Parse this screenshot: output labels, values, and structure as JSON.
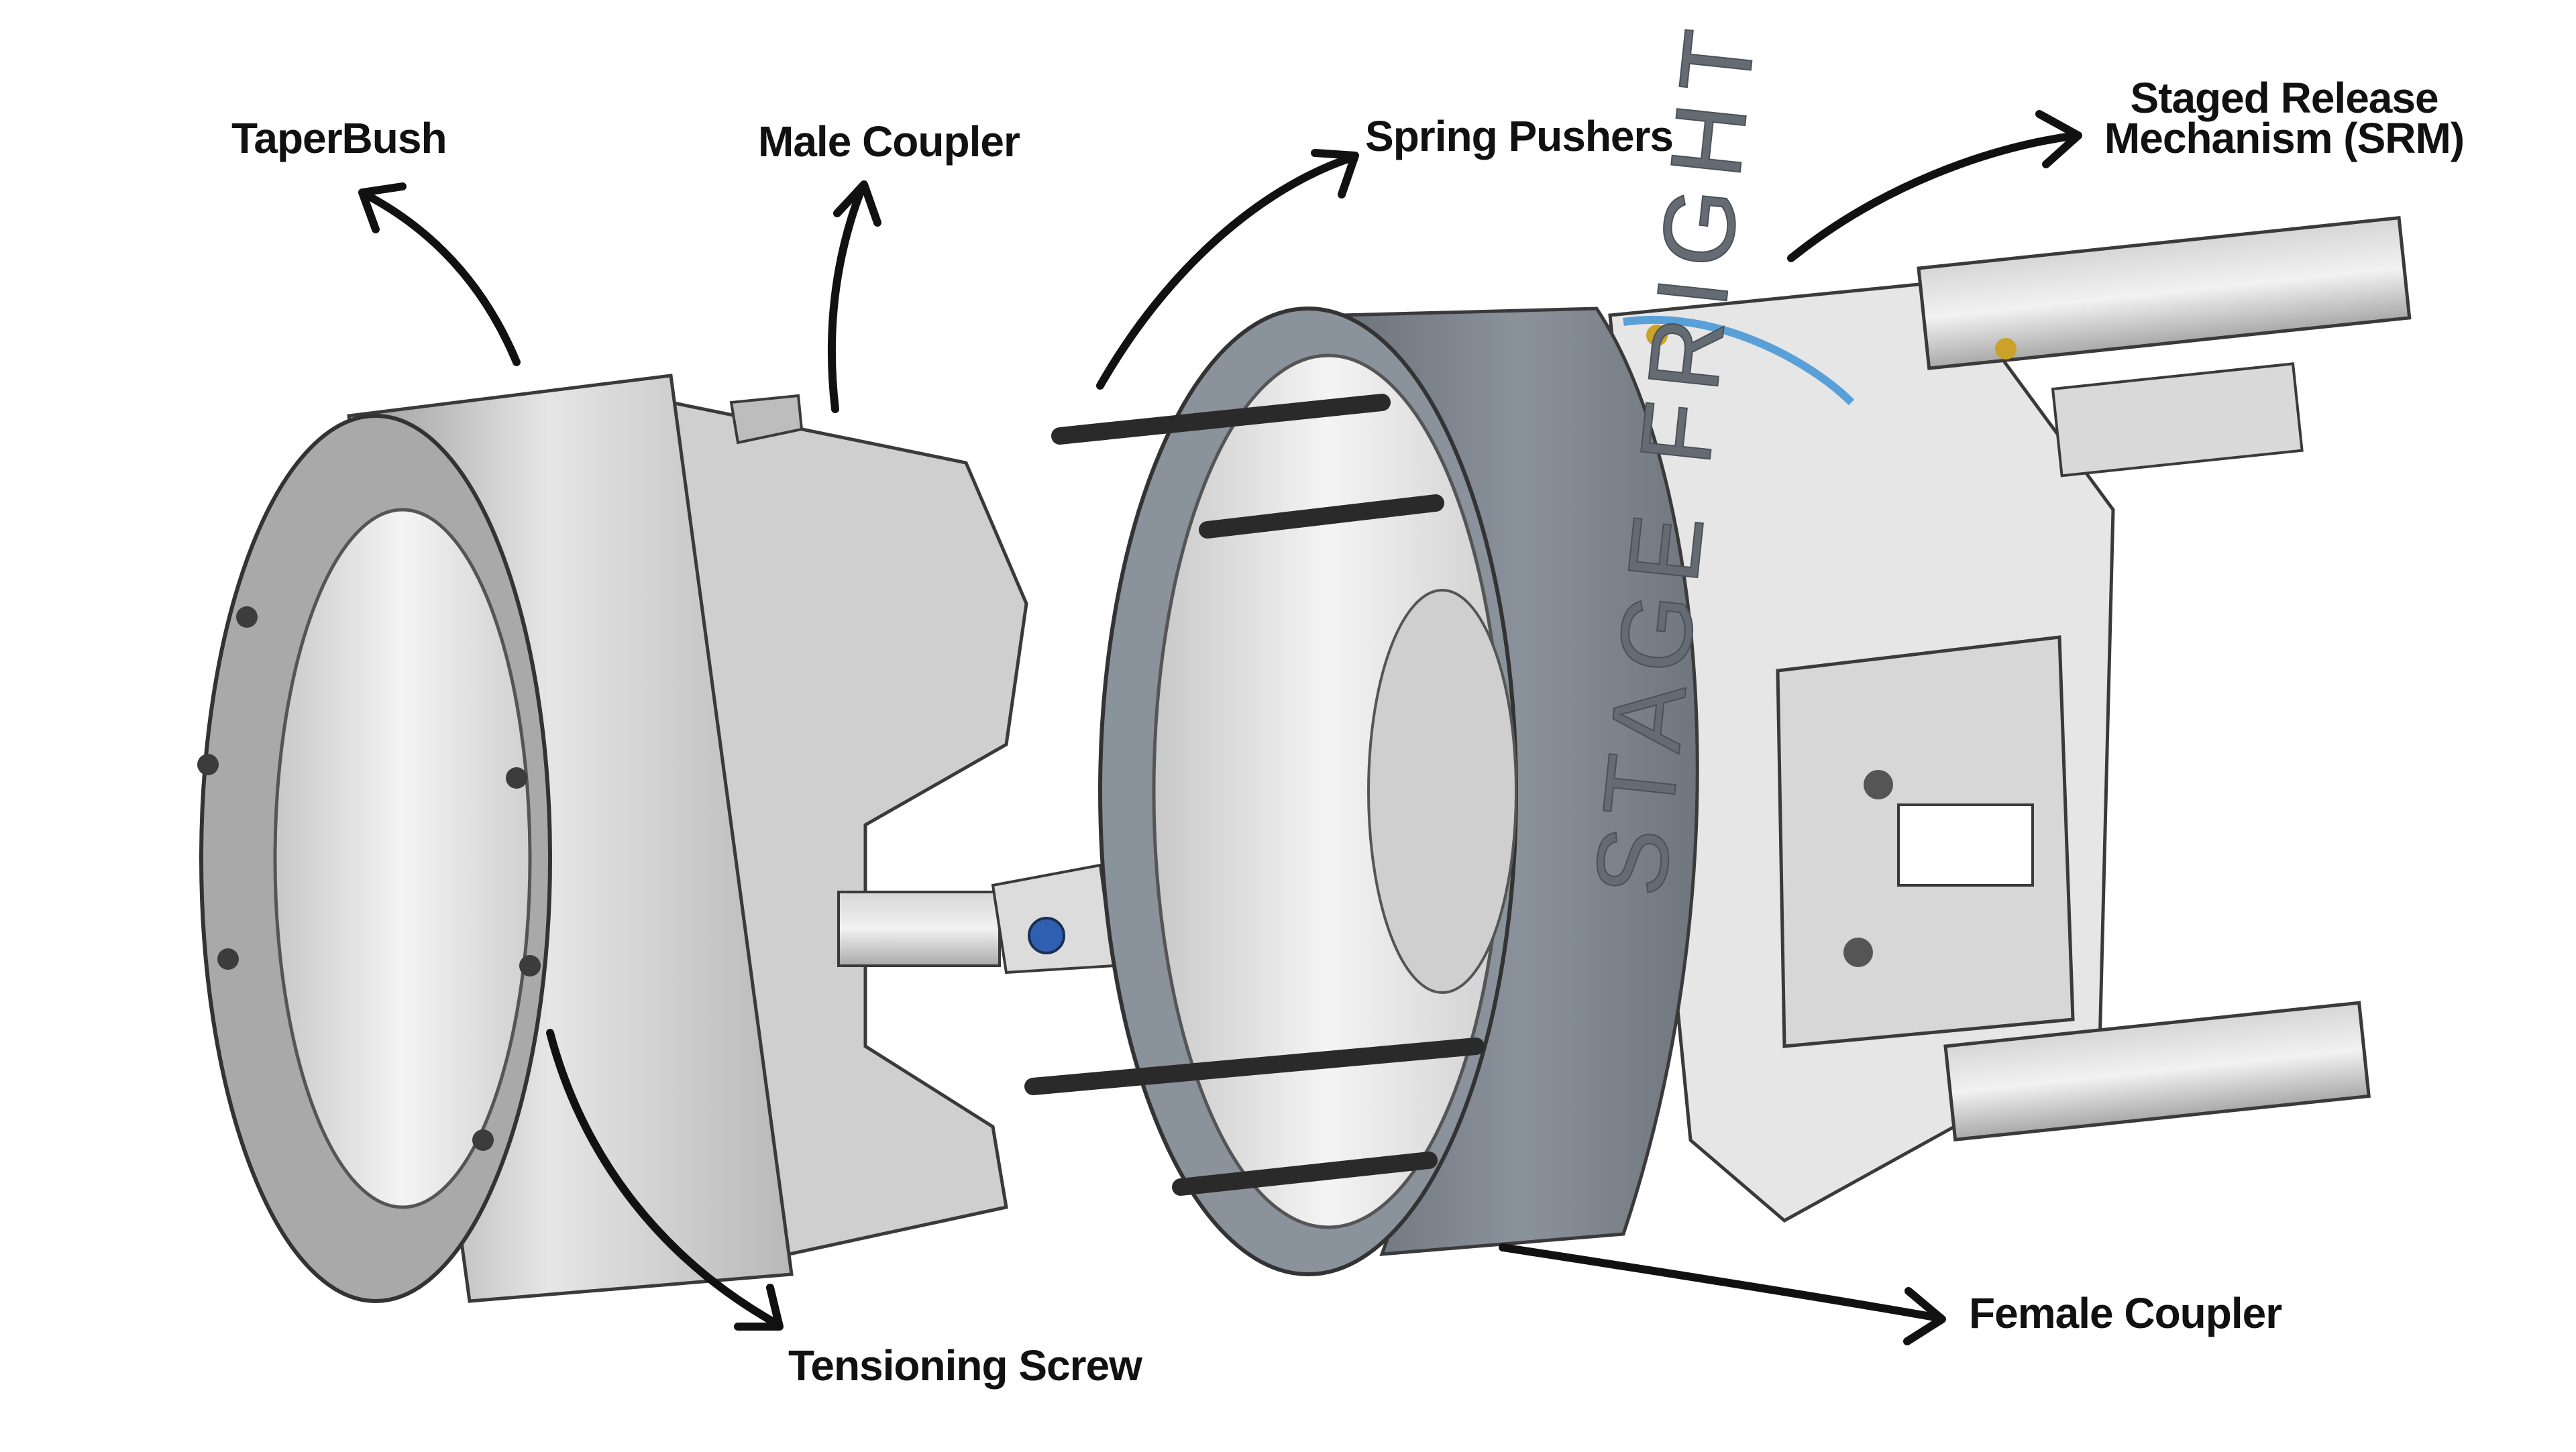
{
  "diagram": {
    "labels": {
      "taperbush": "TaperBush",
      "male_coupler": "Male Coupler",
      "spring_pushers": "Spring Pushers",
      "srm_line1": "Staged Release",
      "srm_line2": "Mechanism (SRM)",
      "tensioning_screw": "Tensioning Screw",
      "female_coupler": "Female Coupler"
    },
    "embossed_text": "STAGE FRIGHT"
  },
  "colors": {
    "background": "#ffffff",
    "arrow": "#111111",
    "label_text": "#111111",
    "metal_light": "#e4e4e4",
    "metal_mid": "#bdbdbd",
    "metal_dark": "#8a8a8a",
    "band_gray_blue": "#7c848d",
    "accent_blue": "#5aa0d8",
    "accent_gold": "#c9a227"
  }
}
